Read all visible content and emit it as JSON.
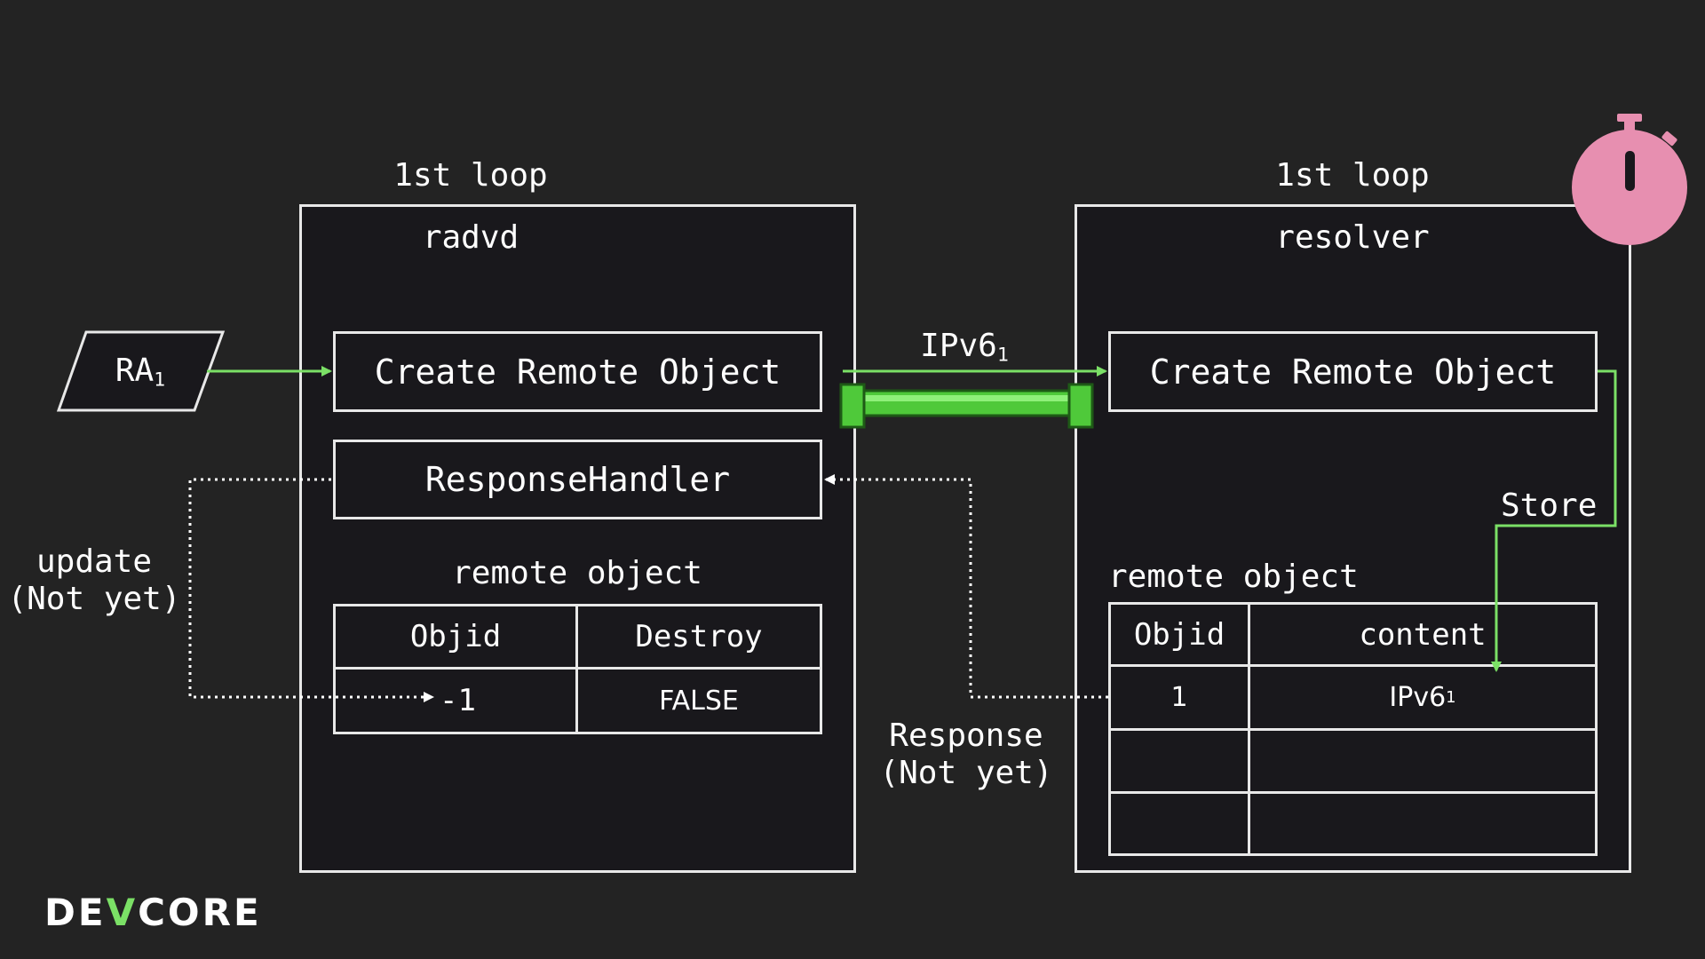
{
  "left_panel": {
    "loop_label": "1st loop",
    "title": "radvd",
    "create_button": "Create Remote Object",
    "handler_button": "ResponseHandler",
    "table_caption": "remote object",
    "table": {
      "headers": [
        "Objid",
        "Destroy"
      ],
      "rows": [
        [
          "-1",
          "FALSE"
        ]
      ]
    }
  },
  "right_panel": {
    "loop_label": "1st loop",
    "title": "resolver",
    "create_button": "Create Remote Object",
    "table_caption": "remote object",
    "table": {
      "headers": [
        "Objid",
        "content"
      ],
      "rows": [
        [
          "1",
          "IPv6"
        ],
        [
          "",
          ""
        ],
        [
          "",
          ""
        ]
      ],
      "content_subscript": "1"
    }
  },
  "ra_input": {
    "text": "RA",
    "subscript": "1"
  },
  "pipe_label": {
    "text": "IPv6",
    "subscript": "1"
  },
  "store_label": "Store",
  "update_label": {
    "line1": "update",
    "line2": "(Not yet)"
  },
  "response_label": {
    "line1": "Response",
    "line2": "(Not yet)"
  },
  "logo": {
    "prefix": "DE",
    "mark": "V",
    "suffix": "CORE"
  },
  "colors": {
    "background": "#232323",
    "panel": "#19181c",
    "border": "#e8e8e8",
    "arrow_green": "#7be066",
    "pipe_green": "#4fc93a",
    "timer_pink": "#e78fb0"
  },
  "icons": {
    "timer": "stopwatch-icon",
    "pipe": "pipe-icon"
  }
}
